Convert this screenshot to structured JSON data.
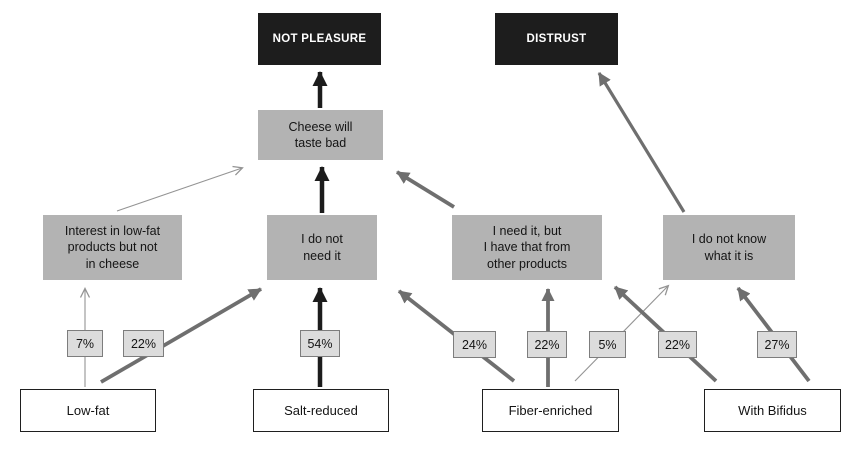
{
  "diagram_type": "hierarchical-value-map",
  "nodes": {
    "not_pleasure": {
      "label": "NOT PLEASURE"
    },
    "distrust": {
      "label": "DISTRUST"
    },
    "cheese_taste_bad": {
      "label": "Cheese will\ntaste bad"
    },
    "interest_lowfat": {
      "label": "Interest in low-fat\nproducts but not\nin cheese"
    },
    "do_not_need": {
      "label": "I do not\nneed it"
    },
    "have_from_other": {
      "label": "I need it, but\nI have that from\nother products"
    },
    "do_not_know": {
      "label": "I do not know\nwhat it is"
    },
    "low_fat": {
      "label": "Low-fat"
    },
    "salt_reduced": {
      "label": "Salt-reduced"
    },
    "fiber_enriched": {
      "label": "Fiber-enriched"
    },
    "with_bifidus": {
      "label": "With Bifidus"
    }
  },
  "links": [
    {
      "from": "Low-fat",
      "to": "Interest in low-fat products but not in cheese",
      "percent": "7%",
      "strength": "thin"
    },
    {
      "from": "Low-fat",
      "to": "I do not need it",
      "percent": "22%",
      "strength": "medium"
    },
    {
      "from": "Salt-reduced",
      "to": "I do not need it",
      "percent": "54%",
      "strength": "strong"
    },
    {
      "from": "Fiber-enriched",
      "to": "I do not need it",
      "percent": "24%",
      "strength": "medium"
    },
    {
      "from": "Fiber-enriched",
      "to": "I need it, but I have that from other products",
      "percent": "22%",
      "strength": "medium"
    },
    {
      "from": "Fiber-enriched",
      "to": "I do not know what it is",
      "percent": "5%",
      "strength": "thin"
    },
    {
      "from": "With Bifidus",
      "to": "I need it, but I have that from other products",
      "percent": "22%",
      "strength": "medium"
    },
    {
      "from": "With Bifidus",
      "to": "I do not know what it is",
      "percent": "27%",
      "strength": "medium"
    },
    {
      "from": "Interest in low-fat products but not in cheese",
      "to": "Cheese will taste bad",
      "percent": "",
      "strength": "thin"
    },
    {
      "from": "I do not need it",
      "to": "Cheese will taste bad",
      "percent": "",
      "strength": "strong"
    },
    {
      "from": "I need it, but I have that from other products",
      "to": "Cheese will taste bad",
      "percent": "",
      "strength": "medium"
    },
    {
      "from": "I do not know what it is",
      "to": "DISTRUST",
      "percent": "",
      "strength": "medium"
    },
    {
      "from": "Cheese will taste bad",
      "to": "NOT PLEASURE",
      "percent": "",
      "strength": "strong"
    }
  ],
  "colors": {
    "black_box": "#1d1d1d",
    "node_gray": "#b3b3b3",
    "pct_bg": "#dcdcdc",
    "pct_border": "#7d7d7d",
    "arrow_black": "#1c1c1c",
    "arrow_gray": "#6f6f6f",
    "arrow_light": "#949494"
  }
}
